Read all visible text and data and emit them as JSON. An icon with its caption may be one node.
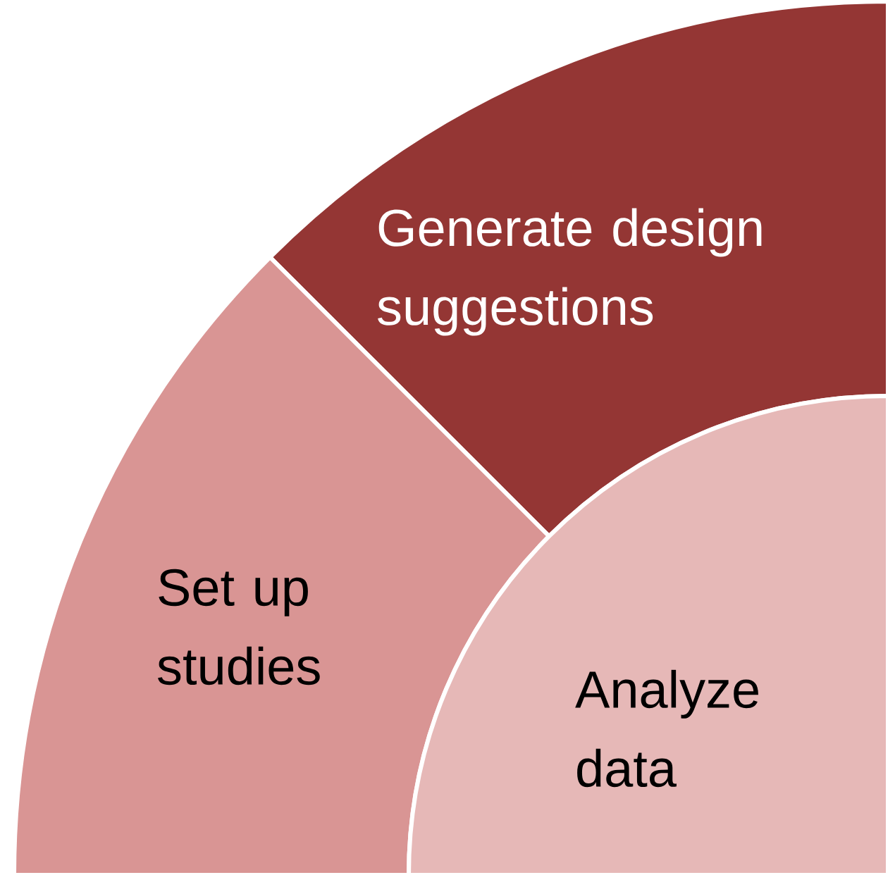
{
  "diagram": {
    "nodes": [
      {
        "text": [
          "Generate design suggestions"
        ]
      },
      {
        "text": [
          "Set up studies"
        ]
      },
      {
        "text": [
          "Analyze data"
        ]
      }
    ]
  }
}
